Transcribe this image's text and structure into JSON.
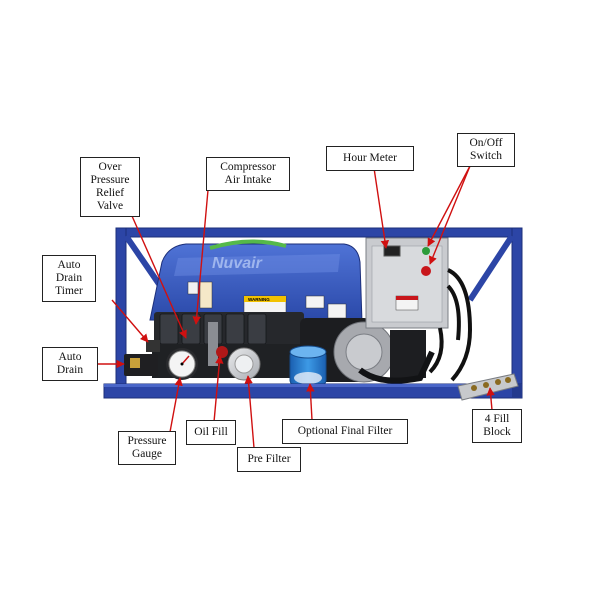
{
  "callouts": {
    "over_pressure": [
      "Over",
      "Pressure",
      "Relief",
      "Valve"
    ],
    "compressor_air_intake": [
      "Compressor",
      "Air Intake"
    ],
    "hour_meter": [
      "Hour Meter"
    ],
    "on_off_switch": [
      "On/Off",
      "Switch"
    ],
    "auto_drain_timer": [
      "Auto",
      "Drain",
      "Timer"
    ],
    "auto_drain": [
      "Auto",
      "Drain"
    ],
    "pressure_gauge": [
      "Pressure",
      "Gauge"
    ],
    "oil_fill": [
      "Oil Fill"
    ],
    "optional_final_filter": [
      "Optional Final Filter"
    ],
    "pre_filter": [
      "Pre Filter"
    ],
    "fill_block": [
      "4 Fill",
      "Block"
    ]
  },
  "unit": {
    "brand_logo": "Nuvair",
    "warning_label": "WARNING"
  },
  "colors": {
    "frame_blue": "#2c45a6",
    "frame_dark": "#1c2f7a",
    "shroud_blue": "#3b5fc4",
    "arrow_red": "#d01010",
    "gray_box": "#c9cbcf",
    "filter_blue": "#1e73c8"
  }
}
